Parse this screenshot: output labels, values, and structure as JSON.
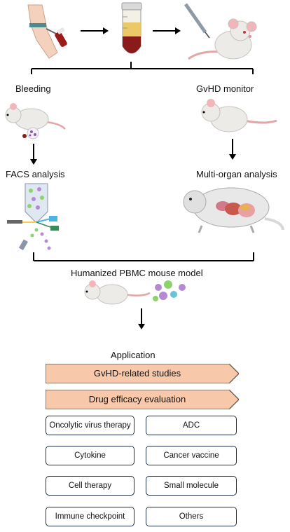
{
  "labels": {
    "bleeding": "Bleeding",
    "gvhd_monitor": "GvHD monitor",
    "facs_analysis": "FACS analysis",
    "multi_organ_analysis": "Multi-organ analysis",
    "model": "Humanized PBMC mouse model",
    "application": "Application"
  },
  "banners": [
    "GvHD-related studies",
    "Drug efficacy evaluation"
  ],
  "applications": [
    "Oncolytic virus therapy",
    "ADC",
    "Cytokine",
    "Cancer vaccine",
    "Cell therapy",
    "Small molecule",
    "Immune checkpoint",
    "Others"
  ],
  "colors": {
    "banner_fill": "#f7c8aa",
    "box_border": "#1f2e4a",
    "mouse_body": "#ecebe8",
    "mouse_ear": "#f2b6ba",
    "blood": "#8b1a1a"
  }
}
